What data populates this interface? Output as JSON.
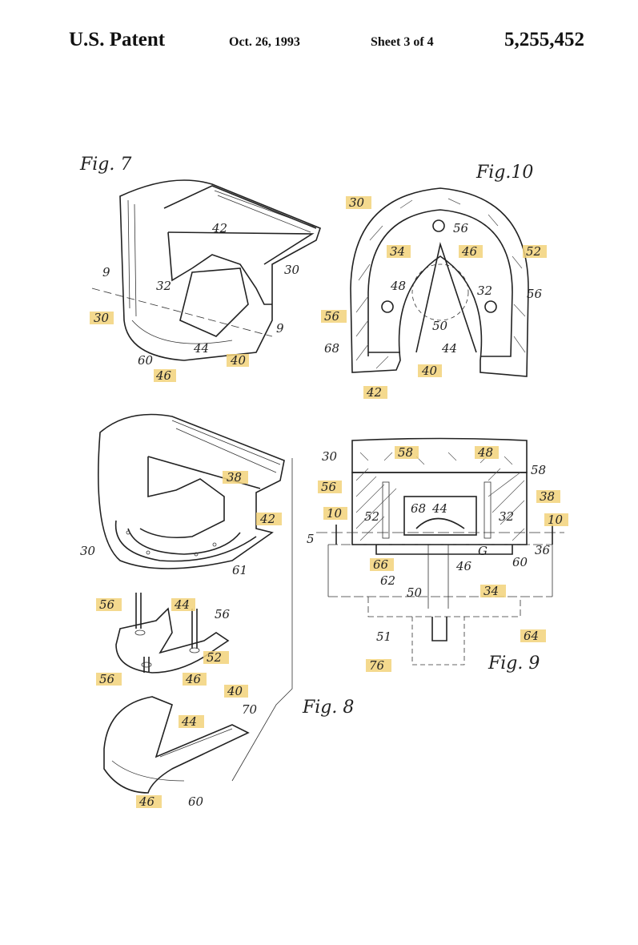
{
  "header": {
    "title": "U.S. Patent",
    "date": "Oct. 26, 1993",
    "sheet": "Sheet 3 of 4",
    "patent_number": "5,255,452"
  },
  "figures": {
    "fig7": {
      "caption": "Fig. 7",
      "labels": [
        "42",
        "30",
        "9",
        "32",
        "30",
        "9",
        "44",
        "60",
        "46",
        "40"
      ]
    },
    "fig10": {
      "caption": "Fig.10",
      "labels": [
        "30",
        "56",
        "34",
        "46",
        "52",
        "32",
        "56",
        "48",
        "56",
        "50",
        "68",
        "44",
        "40",
        "42"
      ]
    },
    "fig8": {
      "caption": "Fig. 8",
      "labels": [
        "38",
        "42",
        "30",
        "61",
        "56",
        "44",
        "56",
        "52",
        "56",
        "46",
        "40",
        "70",
        "44",
        "46",
        "60"
      ]
    },
    "fig9": {
      "caption": "Fig. 9",
      "labels": [
        "30",
        "58",
        "48",
        "58",
        "56",
        "68",
        "44",
        "38",
        "10",
        "52",
        "32",
        "10",
        "5",
        "36",
        "66",
        "G",
        "60",
        "62",
        "46",
        "50",
        "34",
        "64",
        "51",
        "76"
      ]
    }
  },
  "highlight_color": "#f2d27a"
}
